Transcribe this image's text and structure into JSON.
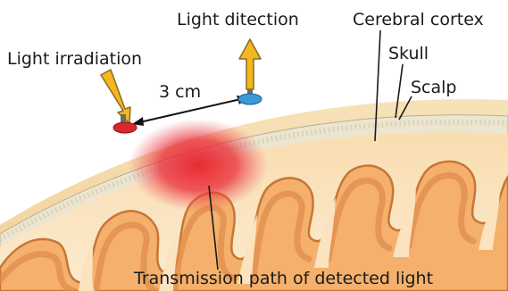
{
  "labels": {
    "light_irradiation": "Light irradiation",
    "light_detection": "Light ditection",
    "distance": "3 cm",
    "cerebral_cortex": "Cerebral cortex",
    "skull": "Skull",
    "scalp": "Scalp",
    "transmission_path": "Transmission path of detected light"
  },
  "colors": {
    "scalp": "#f4d9a8",
    "skull": "#eee8d4",
    "cortex_fill": "#f2a55c",
    "cortex_outline": "#c9763a",
    "tissue": "#fbe6c2",
    "emitter": "#d9272e",
    "detector": "#3a9ad6",
    "arrow_fill": "#f3b81b",
    "arrow_stroke": "#8a6a2a",
    "glow": "#e8202c"
  },
  "icons": {
    "emitter": "red-light-emitter-icon",
    "detector": "blue-light-detector-icon"
  }
}
